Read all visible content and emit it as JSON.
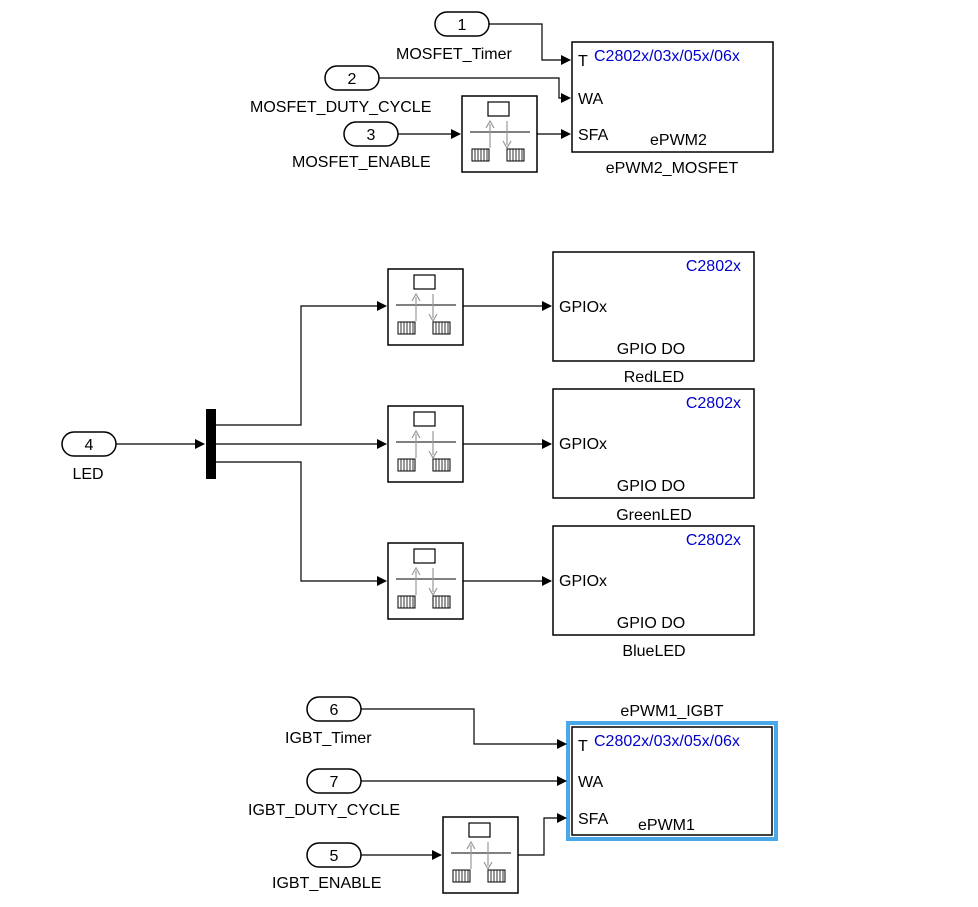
{
  "inports": [
    {
      "number": "1",
      "label": "MOSFET_Timer"
    },
    {
      "number": "2",
      "label": "MOSFET_DUTY_CYCLE"
    },
    {
      "number": "3",
      "label": "MOSFET_ENABLE"
    },
    {
      "number": "4",
      "label": "LED"
    },
    {
      "number": "6",
      "label": "IGBT_Timer"
    },
    {
      "number": "7",
      "label": "IGBT_DUTY_CYCLE"
    },
    {
      "number": "5",
      "label": "IGBT_ENABLE"
    }
  ],
  "epwm2": {
    "name": "ePWM2_MOSFET",
    "target": "C2802x/03x/05x/06x",
    "module": "ePWM2",
    "ports": [
      "T",
      "WA",
      "SFA"
    ]
  },
  "epwm1": {
    "name": "ePWM1_IGBT",
    "target": "C2802x/03x/05x/06x",
    "module": "ePWM1",
    "ports": [
      "T",
      "WA",
      "SFA"
    ]
  },
  "gpio_blocks": [
    {
      "name": "RedLED",
      "target": "C2802x",
      "port": "GPIOx",
      "module": "GPIO DO"
    },
    {
      "name": "GreenLED",
      "target": "C2802x",
      "port": "GPIOx",
      "module": "GPIO DO"
    },
    {
      "name": "BlueLED",
      "target": "C2802x",
      "port": "GPIOx",
      "module": "GPIO DO"
    }
  ],
  "colors": {
    "wire": "#000000",
    "target_text": "#0000cc",
    "selection": "#4aa8e8",
    "conversion_glyph": "#9a9a9a"
  }
}
